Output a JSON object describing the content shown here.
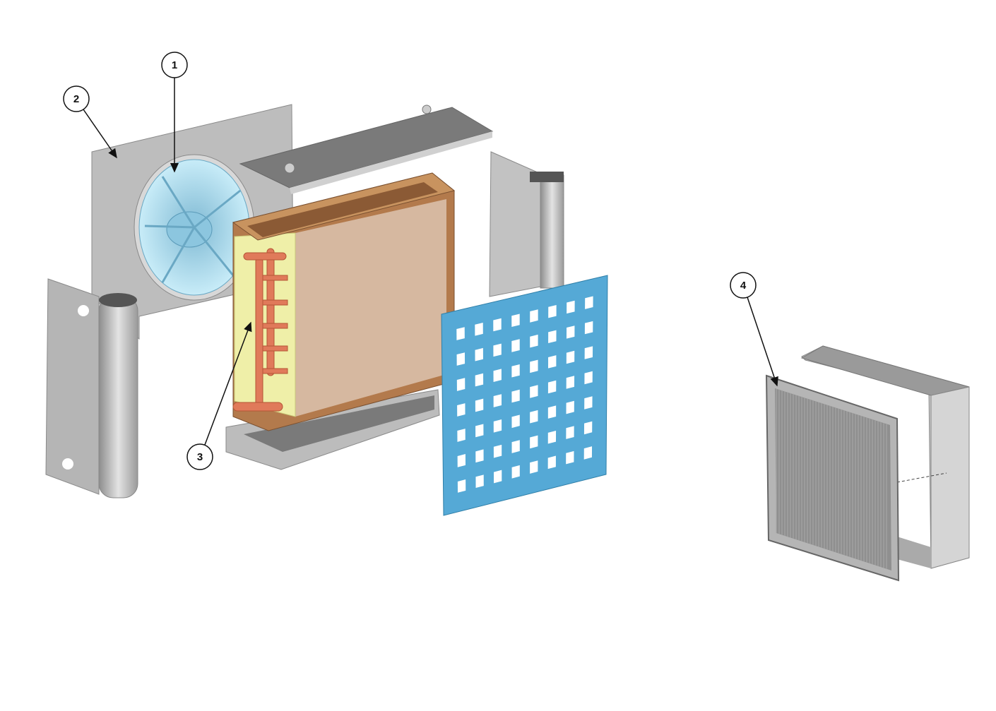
{
  "callouts": [
    {
      "id": "1",
      "label": "1"
    },
    {
      "id": "2",
      "label": "2"
    },
    {
      "id": "3",
      "label": "3"
    },
    {
      "id": "4",
      "label": "4"
    }
  ],
  "colors": {
    "sheet_metal": "#b9b9b9",
    "fan_blue": "#a9dcef",
    "coil_fill": "#d6b8a0",
    "coil_frame": "#b37a4c",
    "copper_pipe": "#e07a5a",
    "coil_side_plate": "#efefa8",
    "grille_blue": "#55a9d6"
  }
}
